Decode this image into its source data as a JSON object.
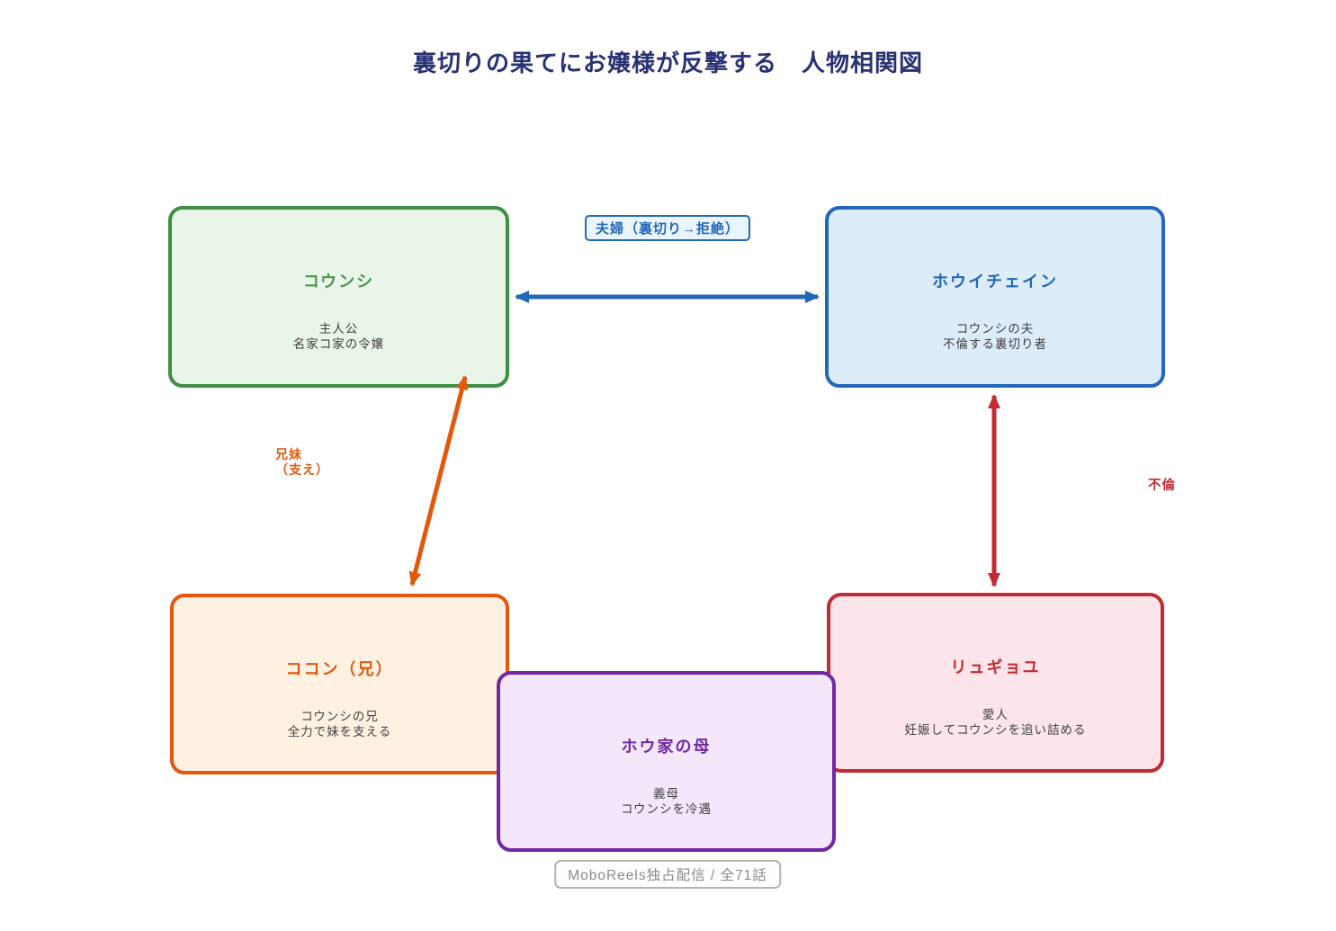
{
  "title": "裏切りの果てにお嬢様が反撃する　人物相関図",
  "characters": {
    "kounshi": {
      "name": "コウンシ",
      "desc1": "主人公",
      "desc2": "名家コ家の令嬢"
    },
    "houichein": {
      "name": "ホウイチェイン",
      "desc1": "コウンシの夫",
      "desc2": "不倫する裏切り者"
    },
    "kokon": {
      "name": "ココン（兄）",
      "desc1": "コウンシの兄",
      "desc2": "全力で妹を支える"
    },
    "hou_mother": {
      "name": "ホウ家の母",
      "desc1": "義母",
      "desc2": "コウンシを冷遇"
    },
    "ryugyoyu": {
      "name": "リュギョユ",
      "desc1": "愛人",
      "desc2": "妊娠してコウンシを追い詰める"
    }
  },
  "relations": {
    "marriage": {
      "label": "夫婦（裏切り→拒絶）",
      "between": "コウンシ↔ホウイチェイン"
    },
    "siblings": {
      "label": "兄妹\n（支え）",
      "between": "ココン（兄）↔コウンシ"
    },
    "affair": {
      "label": "不倫",
      "between": "ホウイチェイン↔リュギョユ"
    }
  },
  "footer": {
    "label": "MoboReels独占配信 / 全71話"
  },
  "colors": {
    "title_text": "#283173",
    "green_border": "#3f8e44",
    "green_fill": "#eaf5e9",
    "blue_border": "#2368b8",
    "blue_fill": "#dcecf9",
    "orange_border": "#e2580d",
    "orange_fill": "#fdf2e2",
    "red_border": "#c22b33",
    "red_fill": "#fbe5eb",
    "purple_border": "#7128a5",
    "purple_fill": "#f4e7f9",
    "desc_text": "#3f3f3f",
    "footer_text": "#8a8a8a",
    "footer_border": "#b3b3b3"
  }
}
